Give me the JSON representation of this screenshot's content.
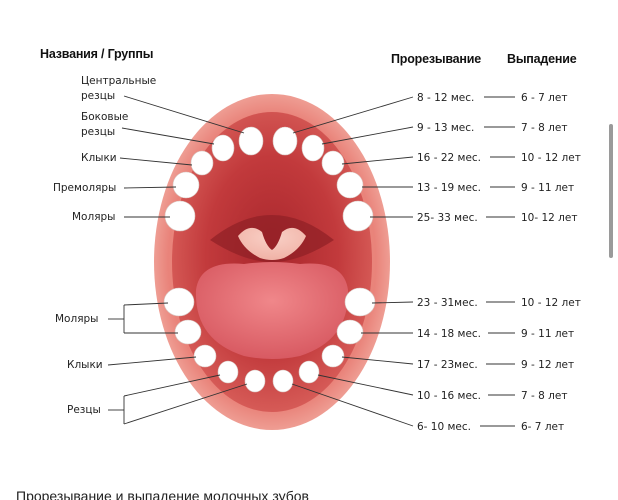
{
  "headers": {
    "groups": "Названия / Группы",
    "eruption": "Прорезывание",
    "loss": "Выпадение"
  },
  "upper": {
    "labels": {
      "central_line1": "Центральные",
      "central_line2": "резцы",
      "lateral_line1": "Боковые",
      "lateral_line2": "резцы",
      "canines": "Клыки",
      "premolars": "Премоляры",
      "molars": "Моляры"
    },
    "rows": [
      {
        "eruption": "8 - 12 мес.",
        "loss": "6 - 7 лет"
      },
      {
        "eruption": "9 - 13 мес.",
        "loss": "7 - 8 лет"
      },
      {
        "eruption": "16 - 22 мес.",
        "loss": "10 - 12 лет"
      },
      {
        "eruption": "13 - 19 мес.",
        "loss": "9 - 11 лет"
      },
      {
        "eruption": "25- 33 мес.",
        "loss": "10- 12 лет"
      }
    ]
  },
  "lower": {
    "labels": {
      "molars": "Моляры",
      "canines": "Клыки",
      "incisors": "Резцы"
    },
    "rows": [
      {
        "eruption": "23 - 31мес.",
        "loss": "10 - 12 лет"
      },
      {
        "eruption": "14 - 18 мес.",
        "loss": "9 - 11 лет"
      },
      {
        "eruption": "17 - 23мес.",
        "loss": "9 - 12 лет"
      },
      {
        "eruption": "10 - 16 мес.",
        "loss": "7 - 8 лет"
      },
      {
        "eruption": "6- 10 мес.",
        "loss": "6- 7 лет"
      }
    ]
  },
  "caption": "Прорезывание и выпадение молочных зубов"
}
